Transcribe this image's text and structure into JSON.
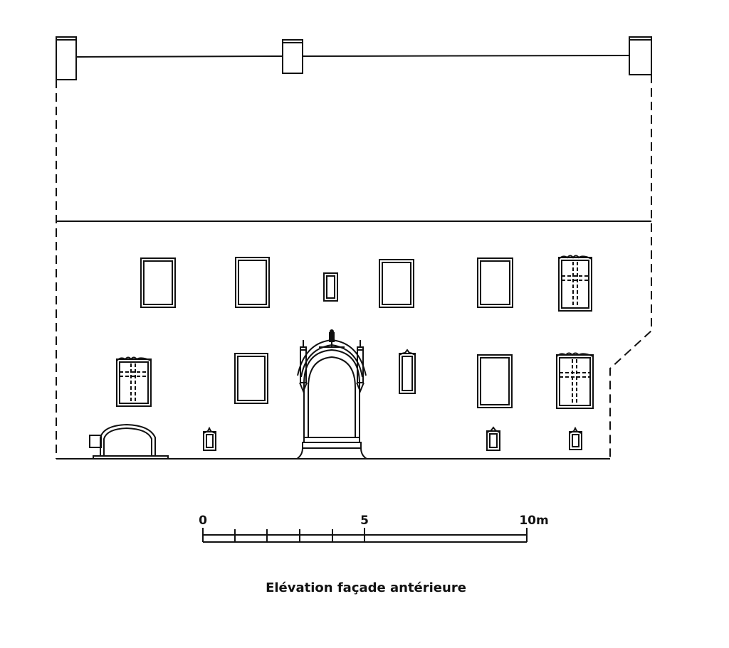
{
  "drawing": {
    "caption": "Elévation façade antérieure",
    "scale_bar": {
      "labels": [
        "0",
        "5",
        "10m"
      ],
      "length_m": 10,
      "minor_divisions_m": [
        1,
        2,
        3,
        4
      ]
    },
    "line_color": "#111111",
    "background": "#ffffff"
  }
}
